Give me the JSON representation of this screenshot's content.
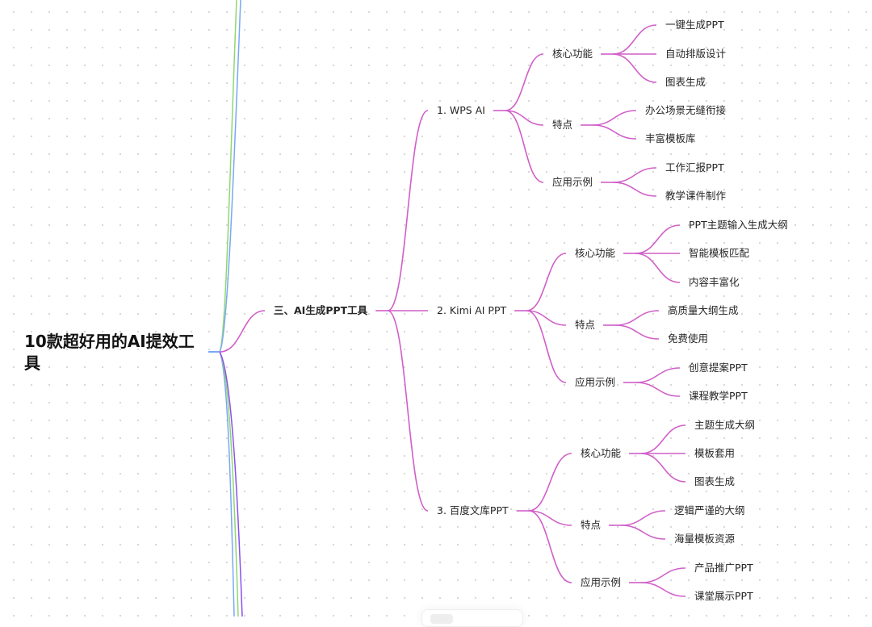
{
  "colors": {
    "branch": "#d05fc8",
    "other_branches": [
      "#8fd86f",
      "#7aa7f5",
      "#8a4ff0"
    ]
  },
  "mindmap": {
    "root": "10款超好用的AI提效工具",
    "branches": [
      {
        "label": "三、AI生成PPT工具",
        "children": [
          {
            "label": "1. WPS AI",
            "children": [
              {
                "label": "核心功能",
                "children": [
                  {
                    "label": "一键生成PPT"
                  },
                  {
                    "label": "自动排版设计"
                  },
                  {
                    "label": "图表生成"
                  }
                ]
              },
              {
                "label": "特点",
                "children": [
                  {
                    "label": "办公场景无缝衔接"
                  },
                  {
                    "label": "丰富模板库"
                  }
                ]
              },
              {
                "label": "应用示例",
                "children": [
                  {
                    "label": "工作汇报PPT"
                  },
                  {
                    "label": "教学课件制作"
                  }
                ]
              }
            ]
          },
          {
            "label": "2. Kimi AI PPT",
            "children": [
              {
                "label": "核心功能",
                "children": [
                  {
                    "label": "PPT主题输入生成大纲"
                  },
                  {
                    "label": "智能模板匹配"
                  },
                  {
                    "label": "内容丰富化"
                  }
                ]
              },
              {
                "label": "特点",
                "children": [
                  {
                    "label": "高质量大纲生成"
                  },
                  {
                    "label": "免费使用"
                  }
                ]
              },
              {
                "label": "应用示例",
                "children": [
                  {
                    "label": "创意提案PPT"
                  },
                  {
                    "label": "课程教学PPT"
                  }
                ]
              }
            ]
          },
          {
            "label": "3. 百度文库PPT",
            "children": [
              {
                "label": "核心功能",
                "children": [
                  {
                    "label": "主题生成大纲"
                  },
                  {
                    "label": "模板套用"
                  },
                  {
                    "label": "图表生成"
                  }
                ]
              },
              {
                "label": "特点",
                "children": [
                  {
                    "label": "逻辑严谨的大纲"
                  },
                  {
                    "label": "海量模板资源"
                  }
                ]
              },
              {
                "label": "应用示例",
                "children": [
                  {
                    "label": "产品推广PPT"
                  },
                  {
                    "label": "课堂展示PPT"
                  }
                ]
              }
            ]
          }
        ]
      }
    ]
  }
}
